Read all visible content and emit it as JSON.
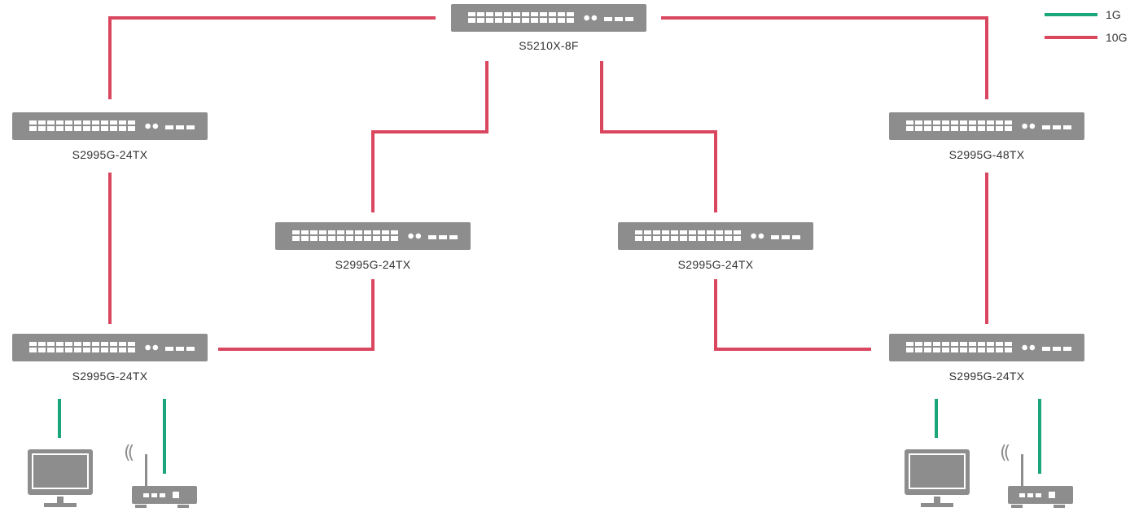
{
  "legend": {
    "items": [
      {
        "label": "1G",
        "color": "#1aa67a"
      },
      {
        "label": "10G",
        "color": "#d9475f"
      }
    ]
  },
  "switches": {
    "core": {
      "model": "S5210X-8F"
    },
    "left_upper": {
      "model": "S2995G-24TX"
    },
    "left_lower": {
      "model": "S2995G-24TX"
    },
    "center_left": {
      "model": "S2995G-24TX"
    },
    "center_right": {
      "model": "S2995G-24TX"
    },
    "right_upper": {
      "model": "S2995G-48TX"
    },
    "right_lower": {
      "model": "S2995G-24TX"
    }
  },
  "endpoints": {
    "icons": [
      "monitor-icon",
      "wireless-access-point-icon"
    ]
  },
  "colors": {
    "link_1g": "#1aa67a",
    "link_10g": "#d9475f",
    "device": "#8d8d8d"
  }
}
